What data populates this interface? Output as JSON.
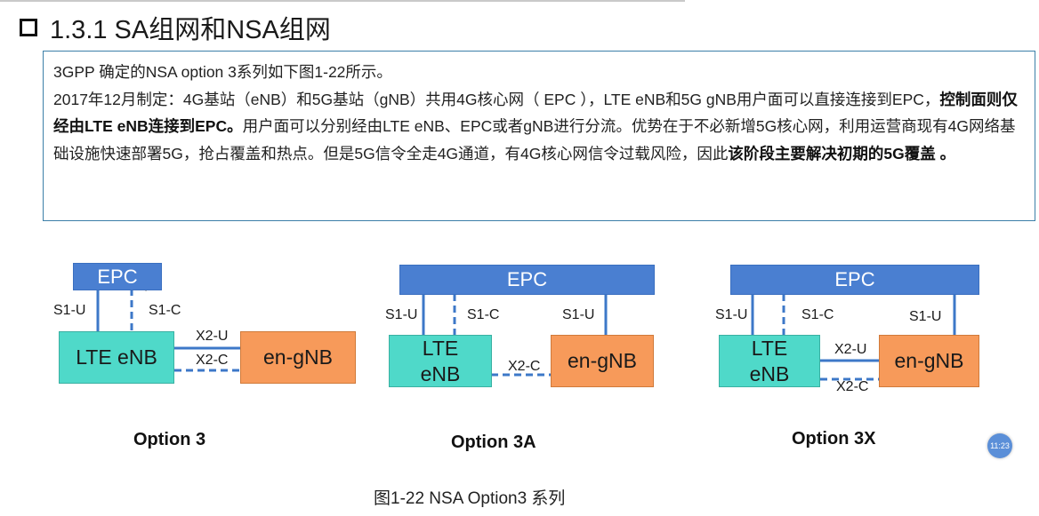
{
  "header": {
    "title": "1.3.1  SA组网和NSA组网"
  },
  "text": {
    "line1": "3GPP 确定的NSA option 3系列如下图1-22所示。",
    "p2_a": "2017年12月制定：4G基站（eNB）和5G基站（gNB）共用4G核心网（ EPC ），LTE eNB和5G gNB用户面可以直接连接到EPC，",
    "p2_bold1": "控制面则仅经由LTE eNB连接到EPC。",
    "p2_b": "用户面可以分别经由LTE eNB、EPC或者gNB进行分流。优势在于不必新增5G核心网，利用运营商现有4G网络基础设施快速部署5G，抢占覆盖和热点。但是5G信令全走4G通道，有4G核心网信令过载风险，因此",
    "p2_bold2": "该阶段主要解决初期的5G覆盖",
    "p2_end": " 。"
  },
  "diagrams": {
    "opt3": {
      "epc": "EPC",
      "enb": "LTE eNB",
      "gnb": "en-gNB",
      "s1u": "S1-U",
      "s1c": "S1-C",
      "x2u": "X2-U",
      "x2c": "X2-C",
      "name": "Option 3"
    },
    "opt3a": {
      "epc": "EPC",
      "enb_l1": "LTE",
      "enb_l2": "eNB",
      "gnb": "en-gNB",
      "s1u_left": "S1-U",
      "s1c": "S1-C",
      "s1u_right": "S1-U",
      "x2c": "X2-C",
      "name": "Option 3A"
    },
    "opt3x": {
      "epc": "EPC",
      "enb_l1": "LTE",
      "enb_l2": "eNB",
      "gnb": "en-gNB",
      "s1u_left": "S1-U",
      "s1c": "S1-C",
      "s1u_right": "S1-U",
      "x2u": "X2-U",
      "x2c": "X2-C",
      "name": "Option 3X"
    }
  },
  "caption": "图1-22    NSA Option3 系列",
  "timer": "11:23",
  "colors": {
    "epc": "#4a7fd1",
    "enb": "#4fd9c9",
    "gnb": "#f79a5a",
    "line": "#3d78c8"
  }
}
